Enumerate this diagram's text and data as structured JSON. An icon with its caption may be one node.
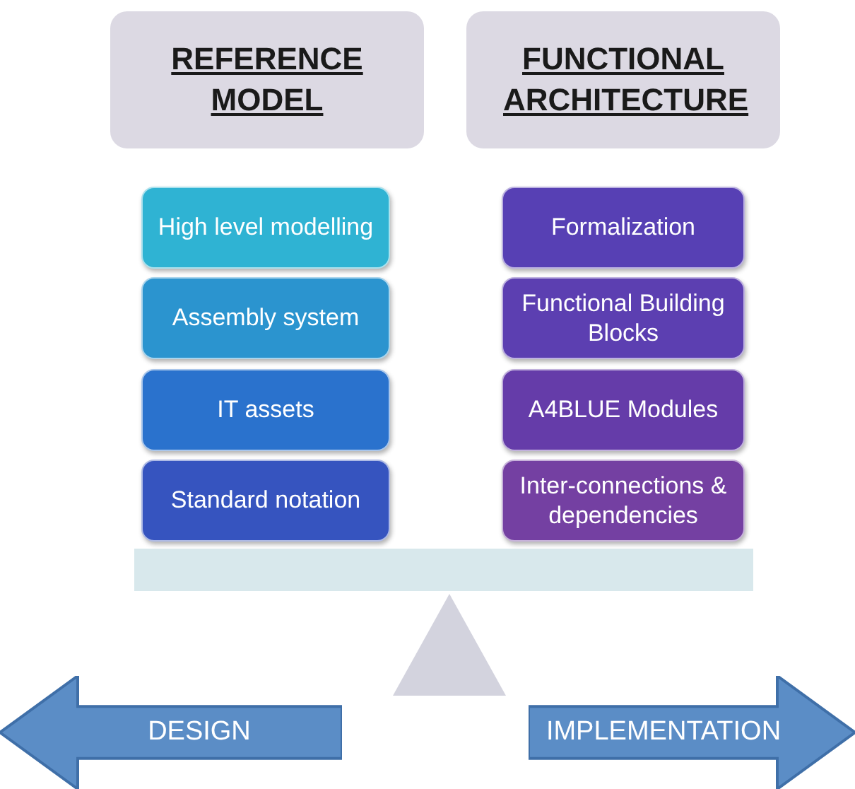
{
  "diagram": {
    "nodes": [
      {
        "text": [
          "REFERENCE MODEL"
        ]
      },
      {
        "text": [
          "FUNCTIONAL ARCHITECTURE"
        ]
      },
      {
        "text": [
          "High level modelling"
        ]
      },
      {
        "text": [
          "Assembly system"
        ]
      },
      {
        "text": [
          "IT assets"
        ]
      },
      {
        "text": [
          "Standard notation"
        ]
      },
      {
        "text": [
          "Formalization"
        ]
      },
      {
        "text": [
          "Functional Building Blocks"
        ]
      },
      {
        "text": [
          "A4BLUE Modules"
        ]
      },
      {
        "text": [
          "Inter-connections & dependencies"
        ]
      },
      {
        "text": [
          "DESIGN"
        ]
      },
      {
        "text": [
          "IMPLEMENTATION"
        ]
      }
    ]
  }
}
